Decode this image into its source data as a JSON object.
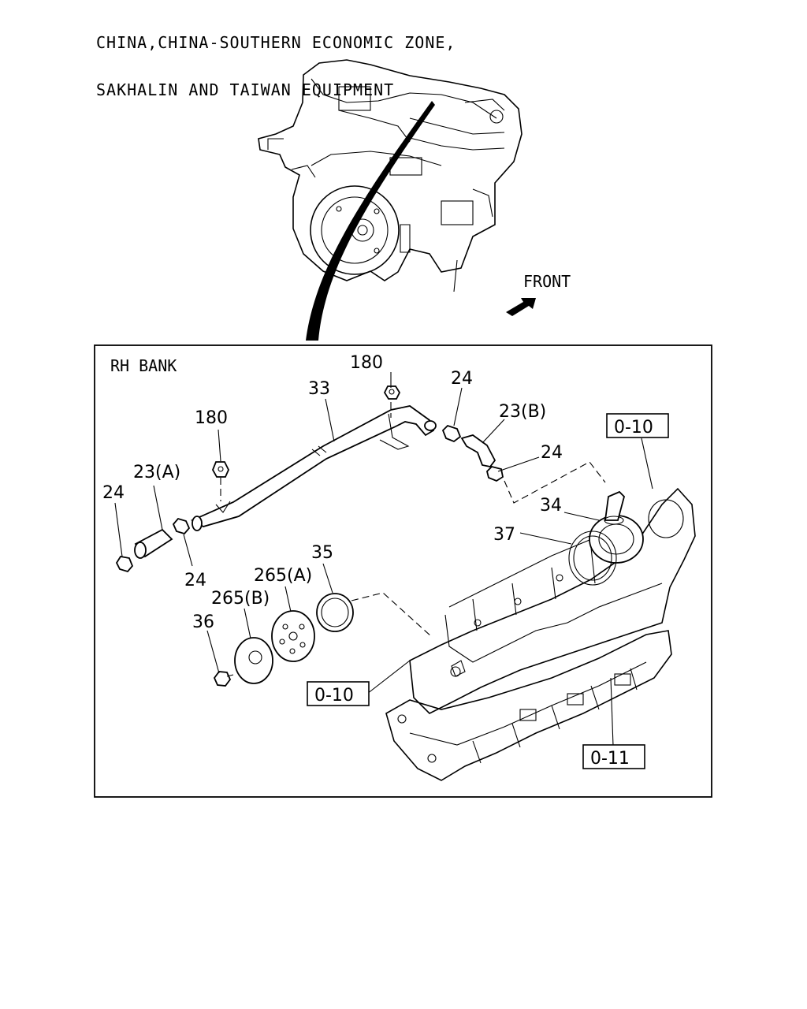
{
  "header": {
    "line1": "CHINA,CHINA-SOUTHERN ECONOMIC ZONE,",
    "line2": "SAKHALIN AND TAIWAN EQUIPMENT"
  },
  "direction_label": "FRONT",
  "detail": {
    "bank_label": "RH BANK",
    "callouts": {
      "c180_top": "180",
      "c33": "33",
      "c24_top": "24",
      "c23b": "23(B)",
      "c24_right": "24",
      "c180_left": "180",
      "c23a": "23(A)",
      "c24_left": "24",
      "c24_lower": "24",
      "c34": "34",
      "c37": "37",
      "c35": "35",
      "c265a": "265(A)",
      "c265b": "265(B)",
      "c36": "36"
    },
    "refs": {
      "ref_top": "0-10",
      "ref_mid": "0-10",
      "ref_bottom": "0-11"
    }
  }
}
